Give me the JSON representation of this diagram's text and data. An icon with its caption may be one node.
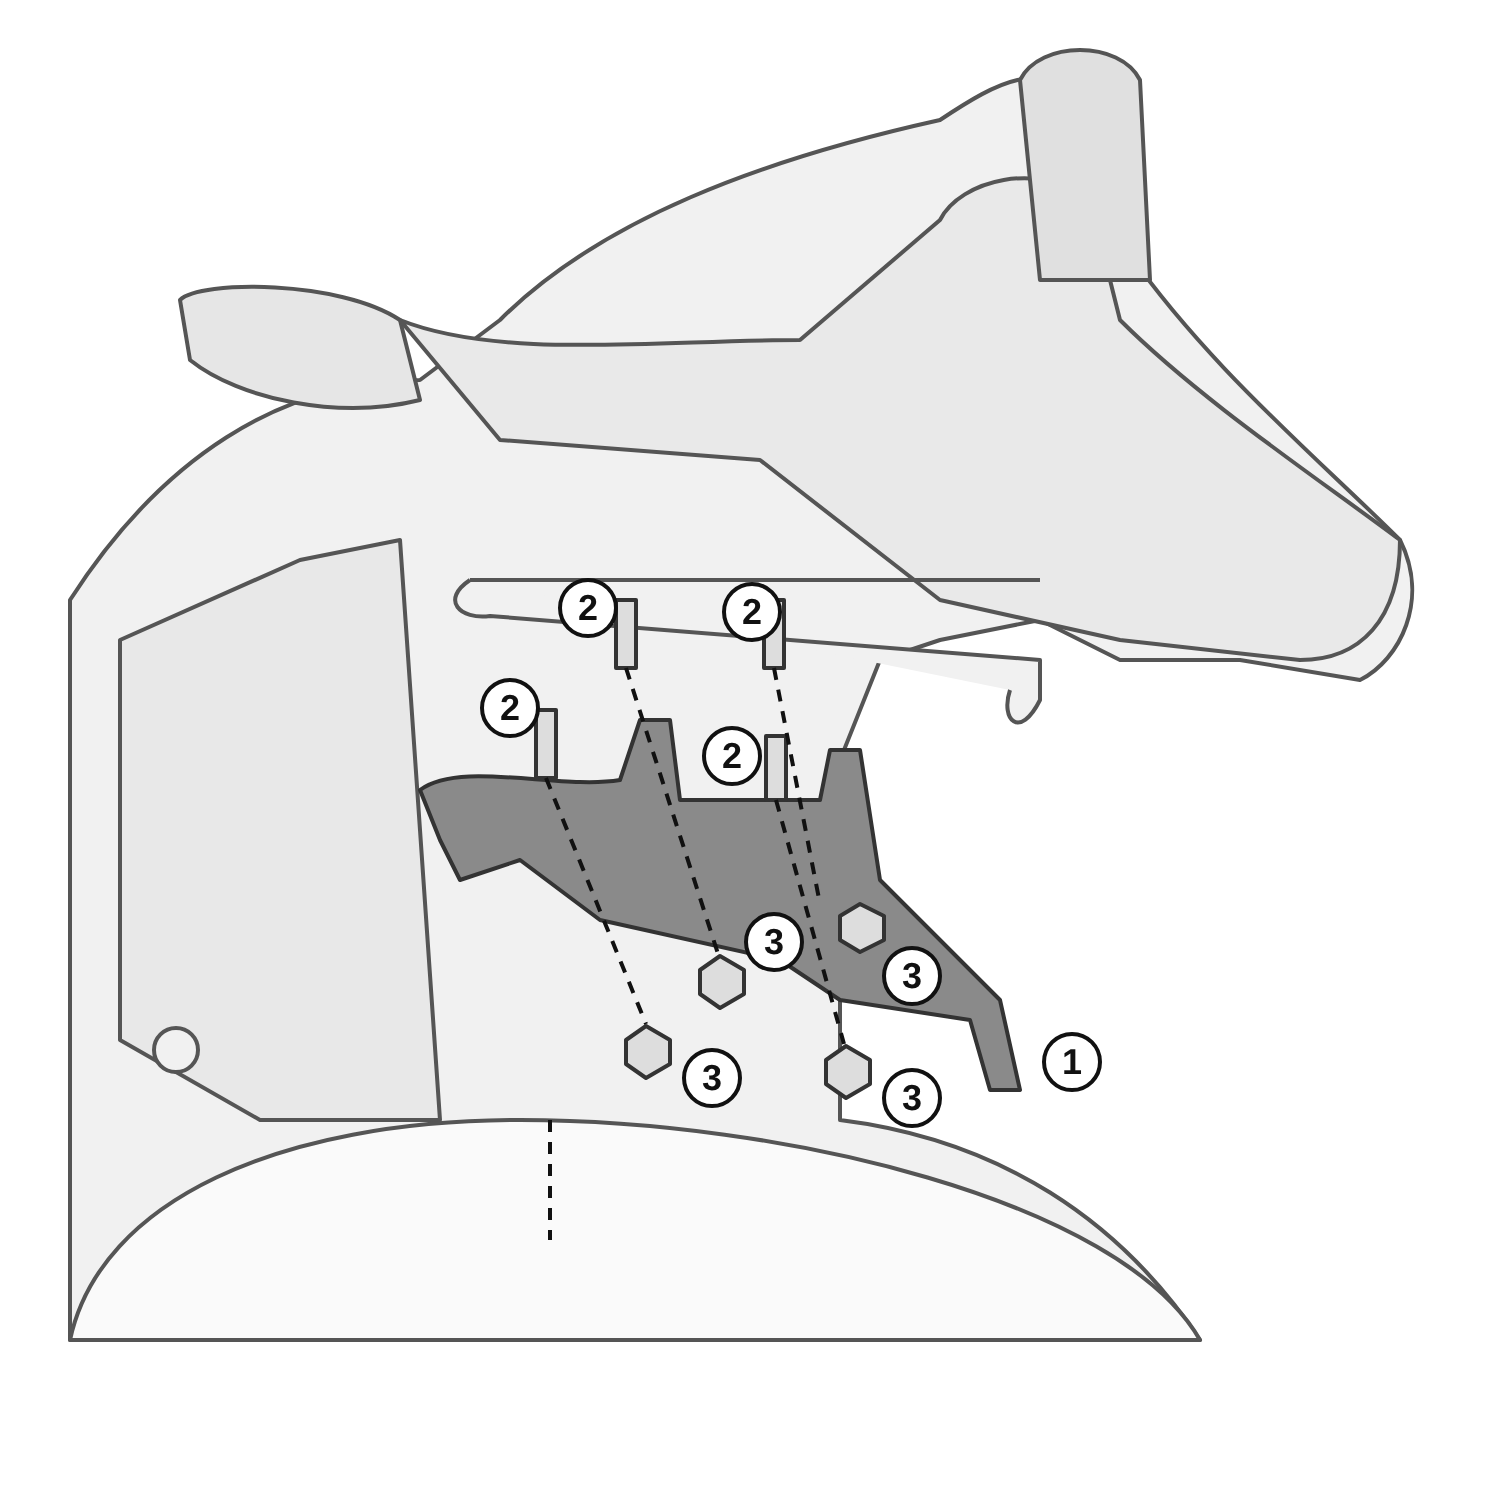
{
  "diagram": {
    "labels": [
      "2",
      "2",
      "2",
      "2",
      "3",
      "3",
      "1",
      "3",
      "3"
    ]
  }
}
